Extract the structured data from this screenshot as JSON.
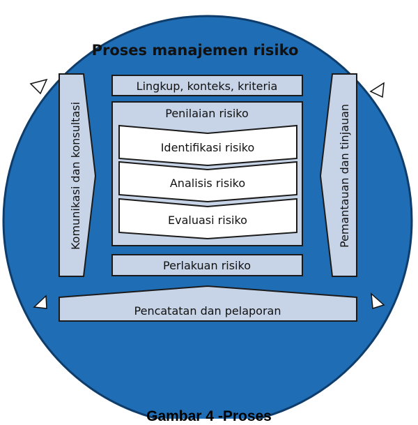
{
  "title": "Proses manajemen risiko",
  "boxes": {
    "scope": "Lingkup, konteks, kriteria",
    "assessment": "Penilaian risiko",
    "identification": "Identifikasi risiko",
    "analysis": "Analisis risiko",
    "evaluation": "Evaluasi risiko",
    "treatment": "Perlakuan risiko",
    "recording": "Pencatatan dan pelaporan",
    "communication": "Komunikasi dan konsultasi",
    "monitoring": "Pemantauan dan tinjauan"
  },
  "caption": "Gambar 4 -Proses",
  "colors": {
    "circle": "#1f6db5",
    "circle_border": "#0f3d6b",
    "box_fill": "#c7d3e6",
    "inner_fill": "#ffffff",
    "outline": "#1a1a1a"
  }
}
